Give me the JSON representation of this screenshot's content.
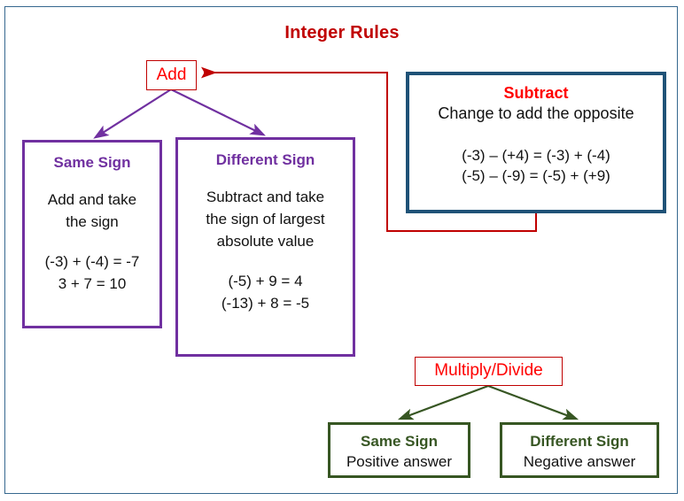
{
  "title": "Integer Rules",
  "colors": {
    "title_red": "#c00000",
    "bright_red": "#ff0000",
    "purple": "#7030a0",
    "navy": "#1f5277",
    "green": "#375623",
    "frame_blue": "#36688f",
    "text_black": "#111111"
  },
  "add": {
    "label": "Add"
  },
  "subtract": {
    "heading": "Subtract",
    "body": "Change to add the opposite",
    "equations": [
      "(-3) – (+4) = (-3) + (-4)",
      "(-5) – (-9) = (-5) + (+9)"
    ]
  },
  "add_branches": [
    {
      "heading": "Same Sign",
      "body_lines": [
        "Add and take",
        "the sign"
      ],
      "equations": [
        "(-3) + (-4) = -7",
        "3 + 7 = 10"
      ]
    },
    {
      "heading": "Different Sign",
      "body_lines": [
        "Subtract and take",
        "the sign of largest",
        "absolute value"
      ],
      "equations": [
        "(-5) + 9 = 4",
        "(-13) + 8 = -5"
      ]
    }
  ],
  "multiply_divide": {
    "label": "Multiply/Divide",
    "branches": [
      {
        "heading": "Same Sign",
        "body": "Positive answer"
      },
      {
        "heading": "Different Sign",
        "body": "Negative answer"
      }
    ]
  },
  "connectors": [
    {
      "name": "subtract-to-add",
      "color": "#c00000",
      "style": "elbow-arrow"
    },
    {
      "name": "add-to-same-sign",
      "color": "#7030a0",
      "style": "arrow"
    },
    {
      "name": "add-to-different-sign",
      "color": "#7030a0",
      "style": "arrow"
    },
    {
      "name": "muldiv-to-same-sign",
      "color": "#375623",
      "style": "arrow"
    },
    {
      "name": "muldiv-to-different-sign",
      "color": "#375623",
      "style": "arrow"
    }
  ]
}
